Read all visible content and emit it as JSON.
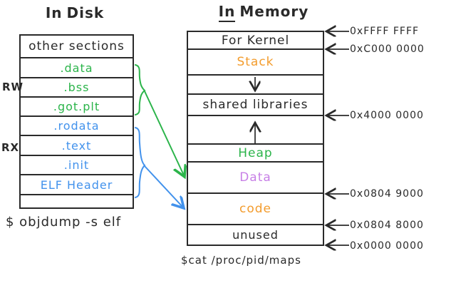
{
  "colors": {
    "green": "#2bb44a",
    "blue": "#4292ec",
    "orange": "#f39c2d",
    "purple": "#c77fe6",
    "ink": "#222222"
  },
  "disk": {
    "title_in": "In",
    "title_rest": "Disk",
    "permission_labels": {
      "rw": "RW",
      "rx": "RX"
    },
    "rows": [
      {
        "label": "other sections",
        "color": "#2a2a2a"
      },
      {
        "label": ".data",
        "color": "#2bb44a"
      },
      {
        "label": ".bss",
        "color": "#2bb44a"
      },
      {
        "label": ".got.plt",
        "color": "#2bb44a"
      },
      {
        "label": ".rodata",
        "color": "#4292ec"
      },
      {
        "label": ".text",
        "color": "#4292ec"
      },
      {
        "label": ".init",
        "color": "#4292ec"
      },
      {
        "label": "ELF Header",
        "color": "#4292ec"
      },
      {
        "label": "",
        "color": "#2a2a2a"
      }
    ],
    "caption": "$ objdump -s elf"
  },
  "memory": {
    "title_in": "In",
    "title_rest": "Memory",
    "rows": [
      {
        "label": "For Kernel",
        "color": "#2a2a2a"
      },
      {
        "label": "Stack",
        "color": "#f39c2d"
      },
      {
        "label": "",
        "color": "#2a2a2a"
      },
      {
        "label": "shared libraries",
        "color": "#2a2a2a"
      },
      {
        "label": "",
        "color": "#2a2a2a"
      },
      {
        "label": "Heap",
        "color": "#2bb44a"
      },
      {
        "label": "Data",
        "color": "#c77fe6"
      },
      {
        "label": "code",
        "color": "#f39c2d"
      },
      {
        "label": "unused",
        "color": "#2a2a2a"
      }
    ],
    "addresses": [
      "0xFFFF FFFF",
      "0xC000 0000",
      "0x4000 0000",
      "0x0804 9000",
      "0x0804 8000",
      "0x0000 0000"
    ],
    "caption": "$cat /proc/pid/maps"
  }
}
